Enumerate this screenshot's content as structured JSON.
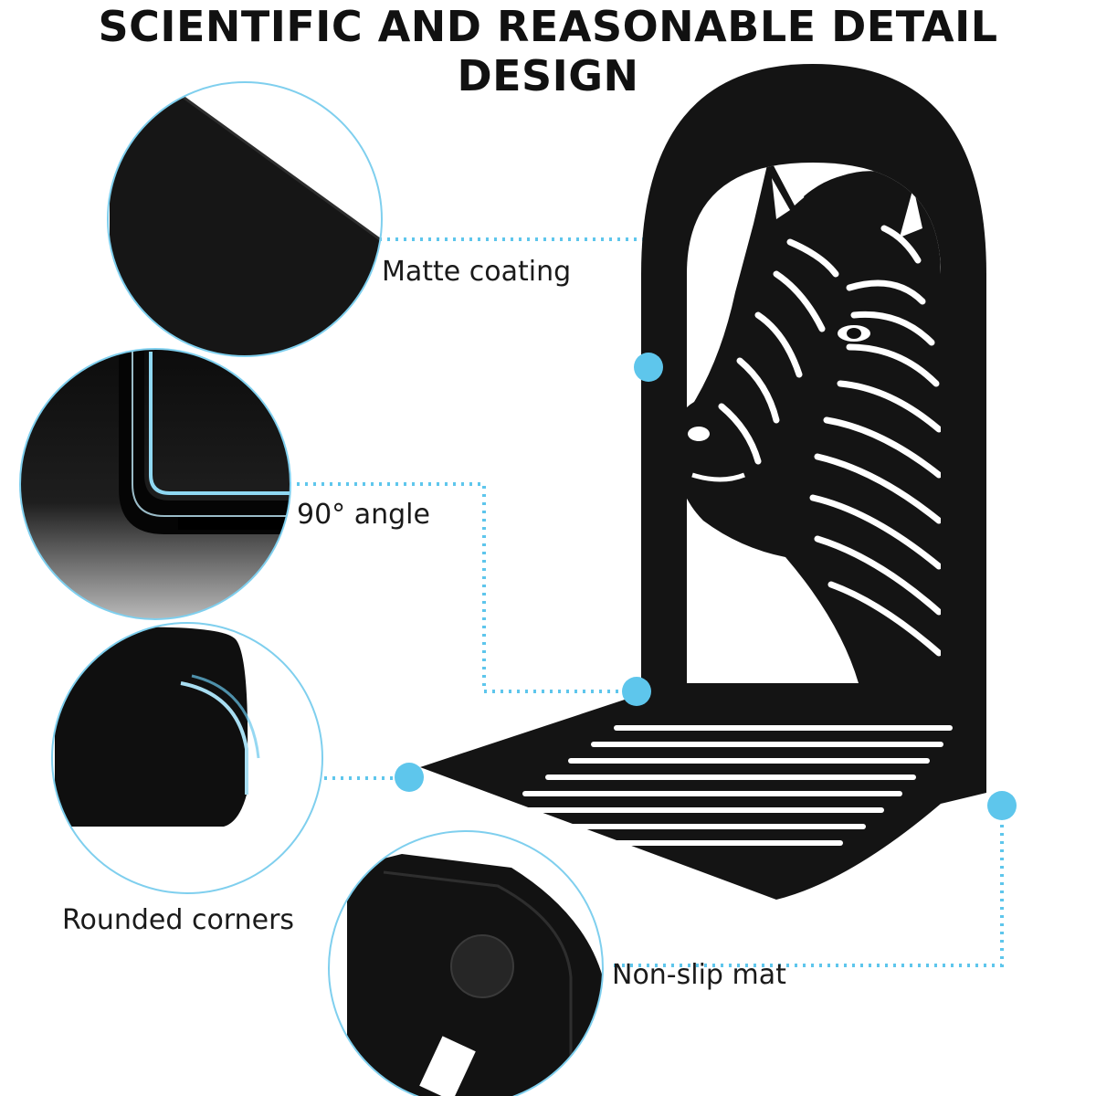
{
  "header": {
    "title": "SCIENTIFIC AND REASONABLE DETAIL DESIGN"
  },
  "callouts": [
    {
      "label": "Matte coating",
      "icon": "matte-coating-detail"
    },
    {
      "label": "90° angle",
      "icon": "right-angle-detail"
    },
    {
      "label": "Rounded corners",
      "icon": "rounded-corner-detail"
    },
    {
      "label": "Non-slip mat",
      "icon": "non-slip-mat-detail"
    }
  ],
  "product": {
    "icon": "zebra-bookend"
  },
  "colors": {
    "accent": "#5ec6ec",
    "ink": "#111111",
    "circle_border": "#7fcfee"
  }
}
